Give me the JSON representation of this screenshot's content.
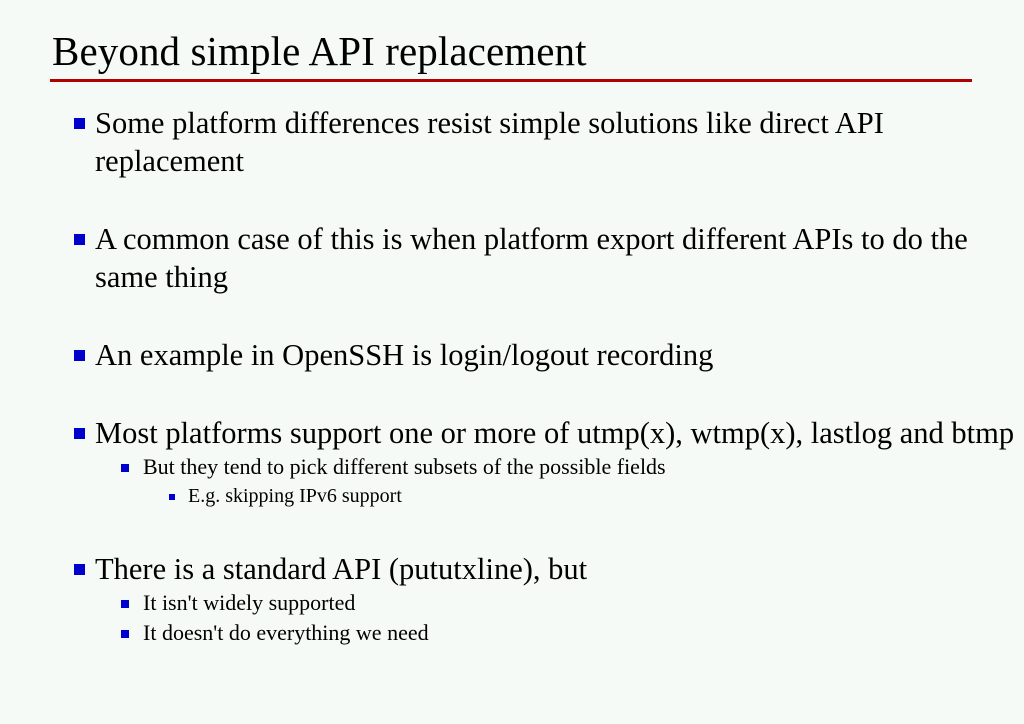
{
  "slide": {
    "title": "Beyond simple API replacement",
    "accent_rule_color": "#b00000",
    "bullet_color": "#0000cc",
    "background_color": "#f6faf6",
    "text_color": "#000000",
    "bullets": [
      {
        "level": 1,
        "text": "Some platform differences resist simple solutions like direct API replacement",
        "children": []
      },
      {
        "level": 1,
        "text": "A common case of this is when platform export different APIs to do the same thing",
        "children": []
      },
      {
        "level": 1,
        "text": "An example in OpenSSH is login/logout recording",
        "children": []
      },
      {
        "level": 1,
        "text": "Most platforms support one or more of utmp(x), wtmp(x), lastlog and btmp",
        "children": [
          {
            "level": 2,
            "text": "But they tend to pick different subsets of the possible fields",
            "children": [
              {
                "level": 3,
                "text": "E.g. skipping IPv6 support"
              }
            ]
          }
        ]
      },
      {
        "level": 1,
        "text": "There is a standard API (pututxline), but",
        "children": [
          {
            "level": 2,
            "text": "It isn't widely supported",
            "children": []
          },
          {
            "level": 2,
            "text": "It doesn't do everything we need",
            "children": []
          }
        ]
      }
    ]
  }
}
